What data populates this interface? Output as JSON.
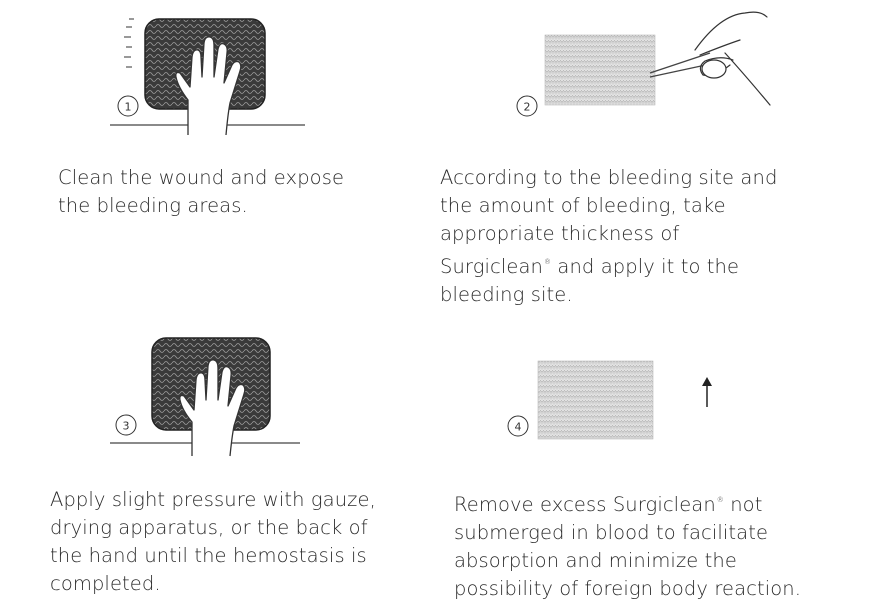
{
  "steps": [
    {
      "number": "①",
      "lines": [
        "Clean the wound and expose",
        "the bleeding areas."
      ]
    },
    {
      "number": "②",
      "lines": [
        "According to the bleeding site and",
        "the amount of bleeding, take",
        "appropriate thickness of",
        "Surgiclean",
        "and apply it to the",
        "bleeding site."
      ],
      "trademark": "®"
    },
    {
      "number": "③",
      "lines": [
        "Apply slight pressure with gauze,",
        "drying apparatus, or the back of",
        "the hand until the hemostasis is",
        "completed."
      ]
    },
    {
      "number": "④",
      "lines": [
        "Remove excess Surgiclean",
        "not",
        "submerged in blood to facilitate",
        "absorption and minimize the",
        "possibility of foreign body reaction."
      ],
      "trademark": "®"
    }
  ]
}
